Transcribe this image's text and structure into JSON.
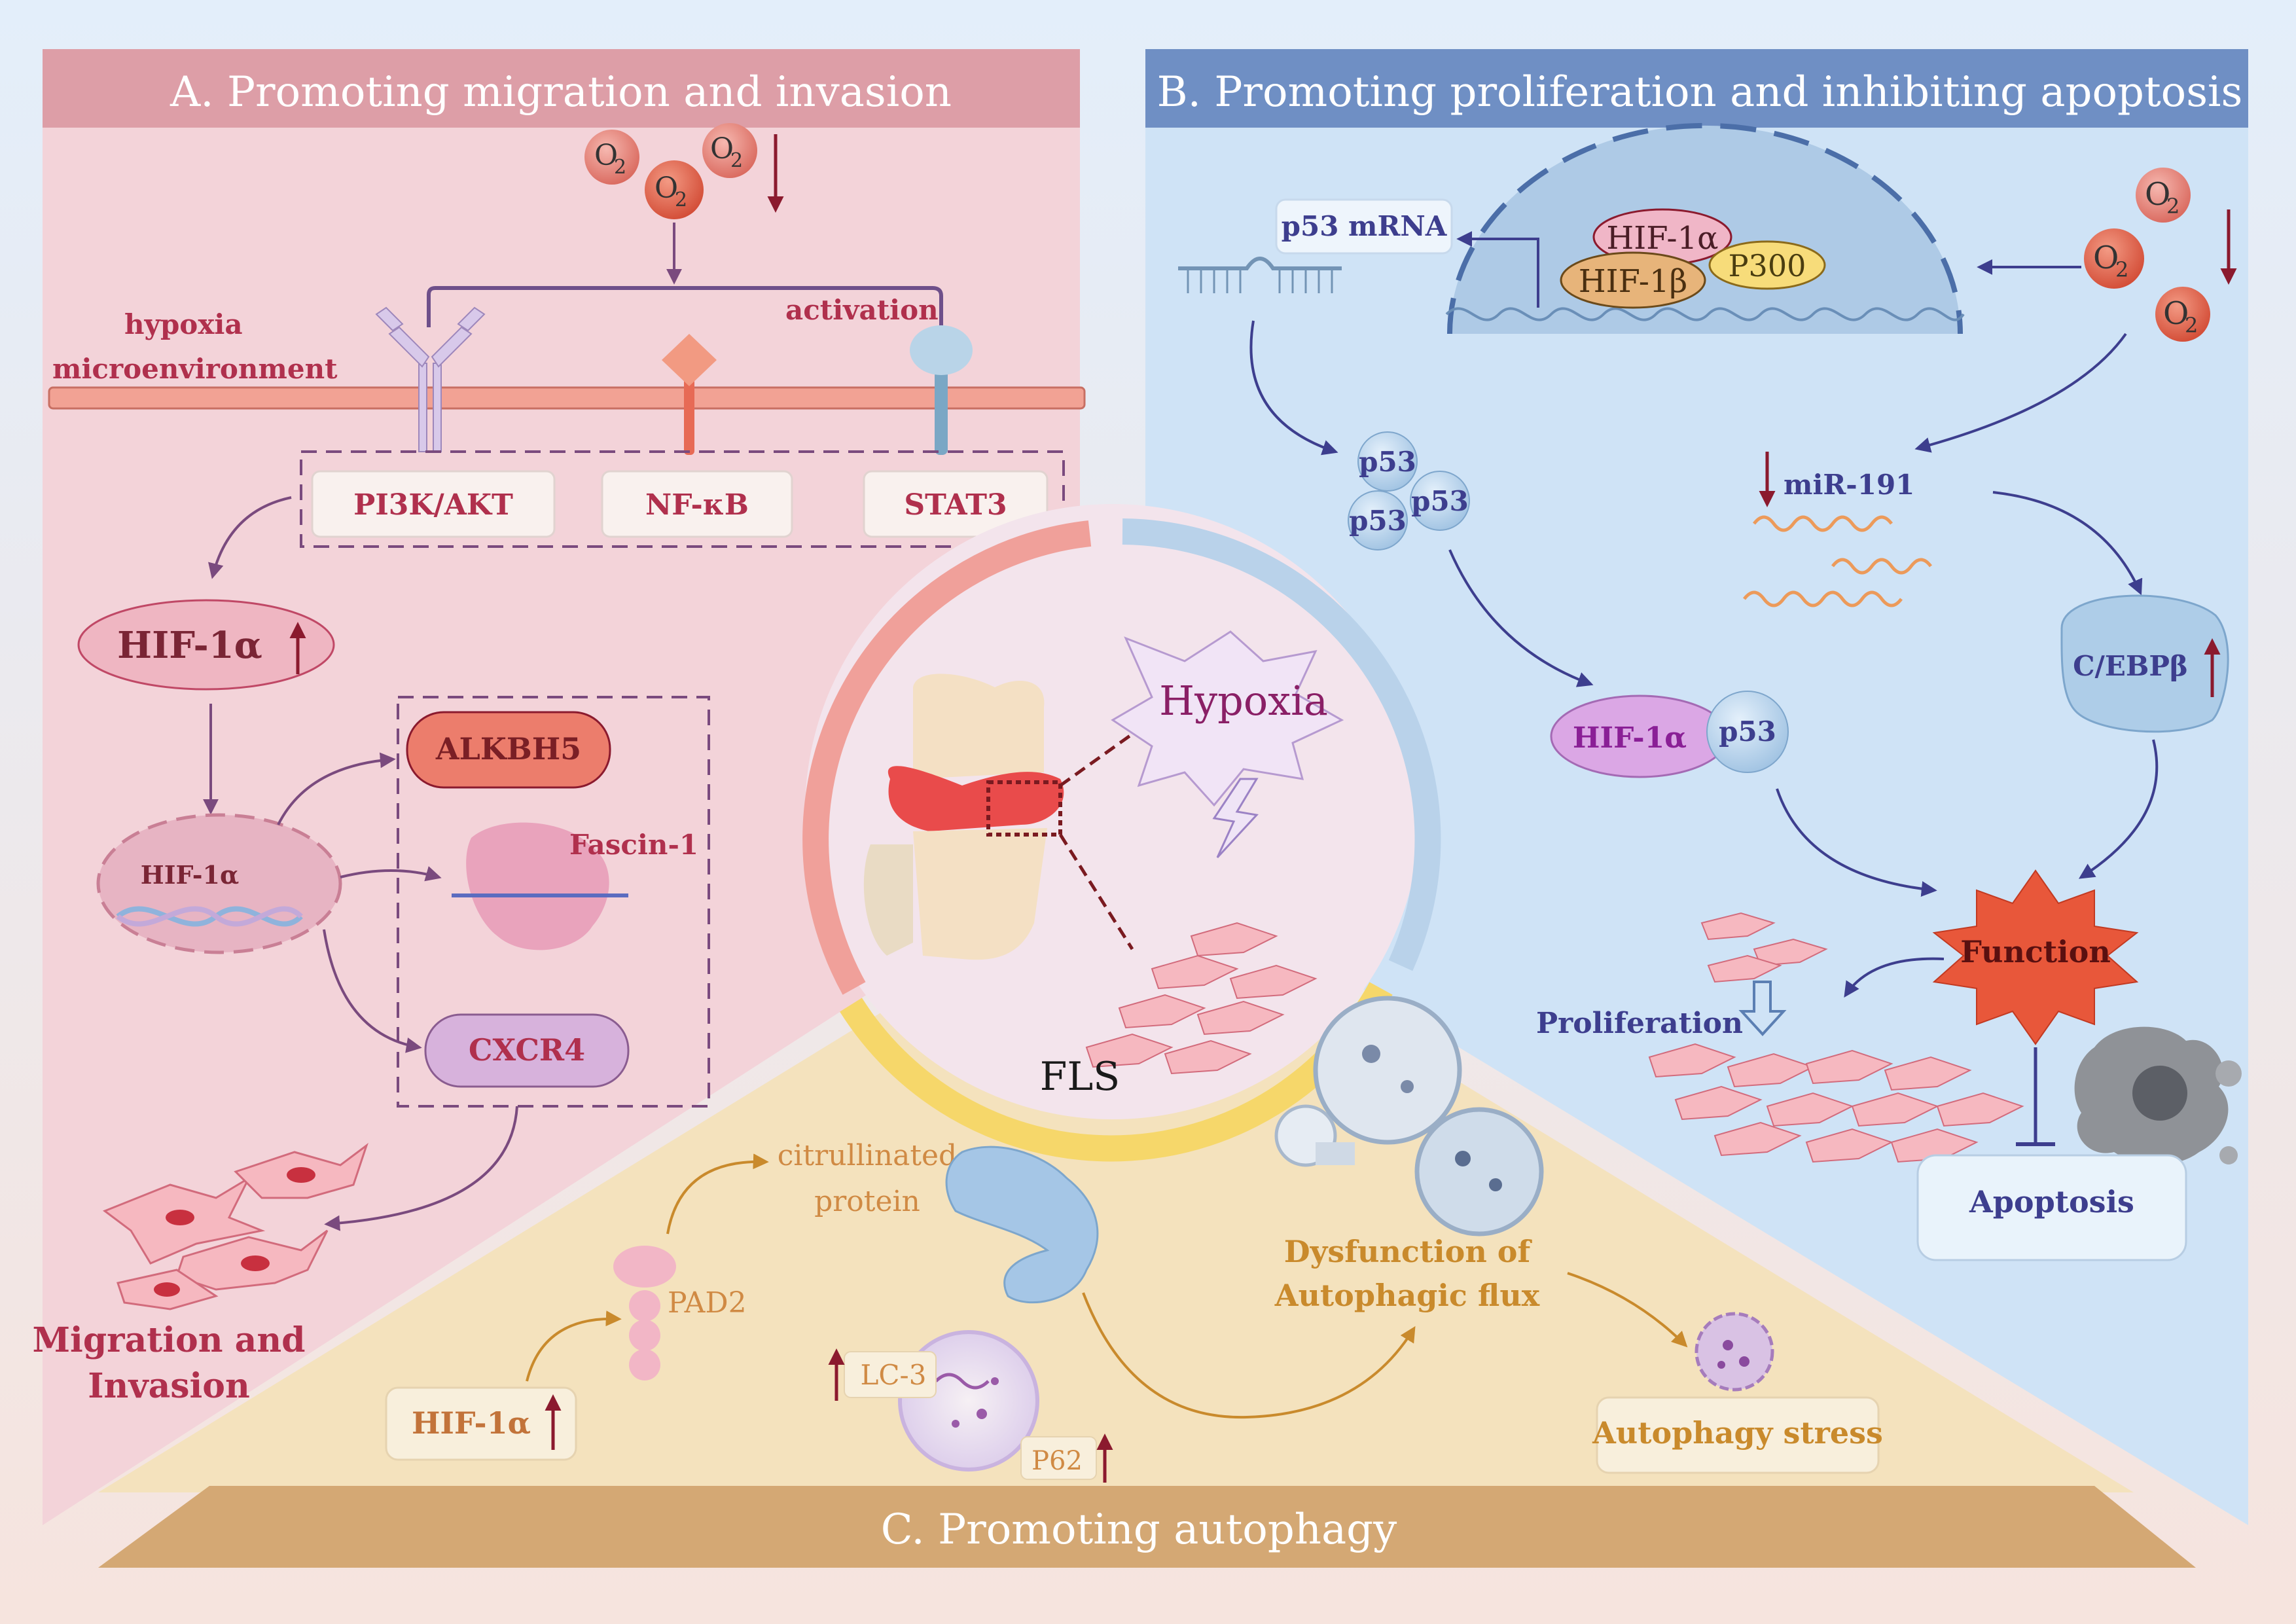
{
  "panels": {
    "a_title": "A. Promoting migration and invasion",
    "b_title": "B. Promoting proliferation and inhibiting apoptosis",
    "c_title": "C. Promoting autophagy"
  },
  "panel_a": {
    "o2": "O",
    "o2_sub": "2",
    "hypoxia_line1": "hypoxia",
    "hypoxia_line2": "microenvironment",
    "activation": "activation",
    "pi3k": "PI3K/AKT",
    "nfkb": "NF-κB",
    "stat3": "STAT3",
    "hif1a": "HIF-1α",
    "hif1a_nucleus": "HIF-1α",
    "alkbh5": "ALKBH5",
    "fascin": "Fascin-1",
    "cxcr4": "CXCR4",
    "migration_line1": "Migration and",
    "migration_line2": "Invasion"
  },
  "panel_b": {
    "p53_mrna": "p53 mRNA",
    "hif1a": "HIF-1α",
    "hif1b": "HIF-1β",
    "p300": "P300",
    "o2": "O",
    "o2_sub": "2",
    "p53": "p53",
    "mir191": "miR-191",
    "cebpb": "C/EBPβ",
    "hif1a_complex": "HIF-1α",
    "p53_complex": "p53",
    "function": "Function",
    "proliferation": "Proliferation",
    "apoptosis": "Apoptosis"
  },
  "center": {
    "hypoxia": "Hypoxia",
    "fls": "FLS"
  },
  "panel_c": {
    "citrullinated_line1": "citrullinated",
    "citrullinated_line2": "protein",
    "pad2": "PAD2",
    "hif1a": "HIF-1α",
    "lc3": "LC-3",
    "p62": "P62",
    "dysfunction_line1": "Dysfunction of",
    "dysfunction_line2": "Autophagic flux",
    "autophagy_stress": "Autophagy stress"
  },
  "colors": {
    "panel_a_bg": "#f3d3d9",
    "panel_a_header": "#dd9ea7",
    "panel_b_bg": "#cfe3f6",
    "panel_b_header": "#6f8fc4",
    "panel_c_bg": "#f4e2bd",
    "panel_c_header": "#d4a874",
    "dark_red": "#8b1a2e",
    "navy": "#3d3e8e",
    "orange_text": "#c98a3c"
  }
}
